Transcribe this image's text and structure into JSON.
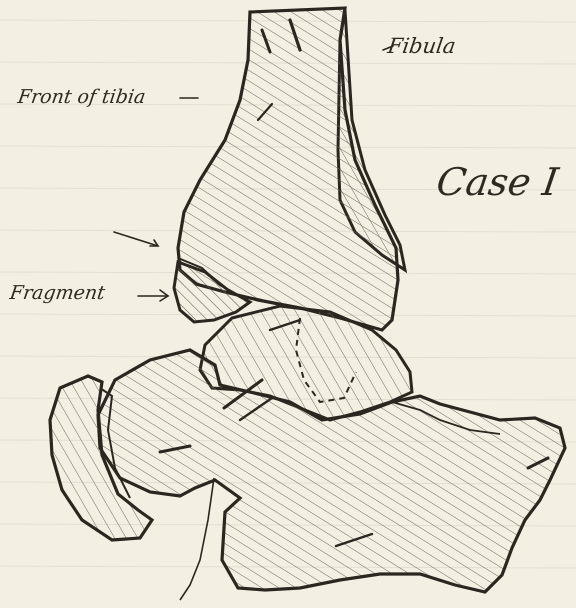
{
  "labels": {
    "fibula": "Fibula",
    "front_of_tibia": "Front of tibia",
    "fragment": "Fragment",
    "case": "Case I"
  },
  "colors": {
    "paper": "#f3efe2",
    "ink": "#2b2720",
    "hatch": "#6d675c"
  }
}
